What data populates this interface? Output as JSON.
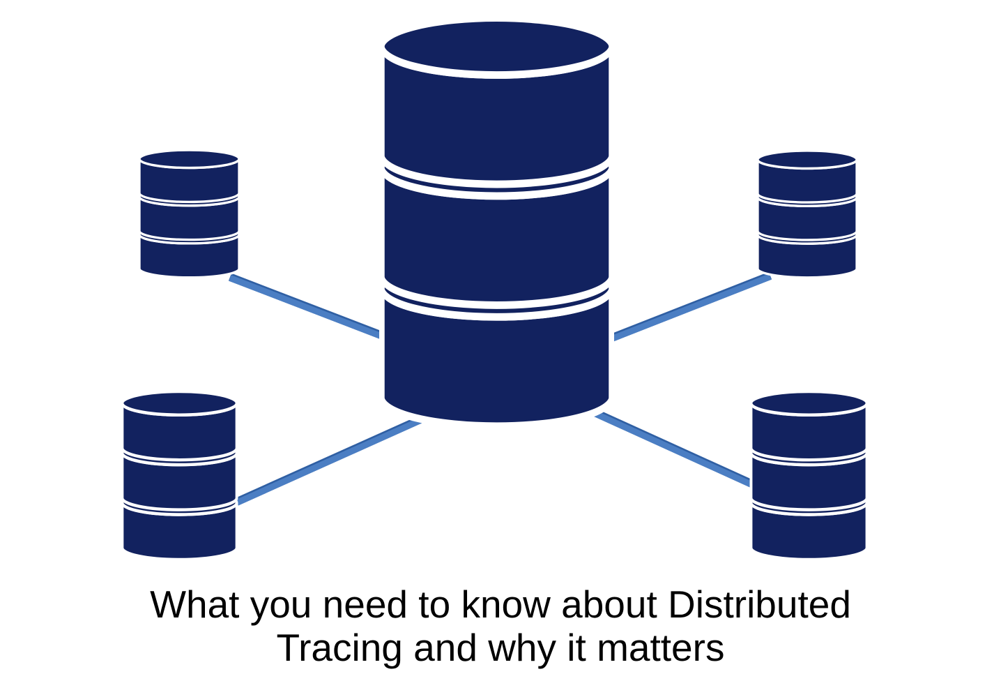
{
  "title": {
    "full": "What you need to know about Distributed Tracing and why it matters",
    "lines": [
      "What you need to know about Distributed",
      "Tracing and why it matters"
    ]
  },
  "colors": {
    "background": "#ffffff",
    "db_fill": "#12225f",
    "db_separator": "#ffffff",
    "link_fill": "#4b7ec3",
    "link_edge": "#2f5fa3",
    "title_text": "#000000"
  },
  "diagram": {
    "central_node": {
      "name": "central-database",
      "sections": 3
    },
    "satellite_nodes": [
      {
        "name": "top-left-database",
        "sections": 3
      },
      {
        "name": "top-right-database",
        "sections": 3
      },
      {
        "name": "bottom-left-database",
        "sections": 3
      },
      {
        "name": "bottom-right-database",
        "sections": 3
      }
    ],
    "connections": [
      {
        "from": "top-left-database",
        "to": "central-database"
      },
      {
        "from": "top-right-database",
        "to": "central-database"
      },
      {
        "from": "bottom-left-database",
        "to": "central-database"
      },
      {
        "from": "bottom-right-database",
        "to": "central-database"
      }
    ]
  }
}
